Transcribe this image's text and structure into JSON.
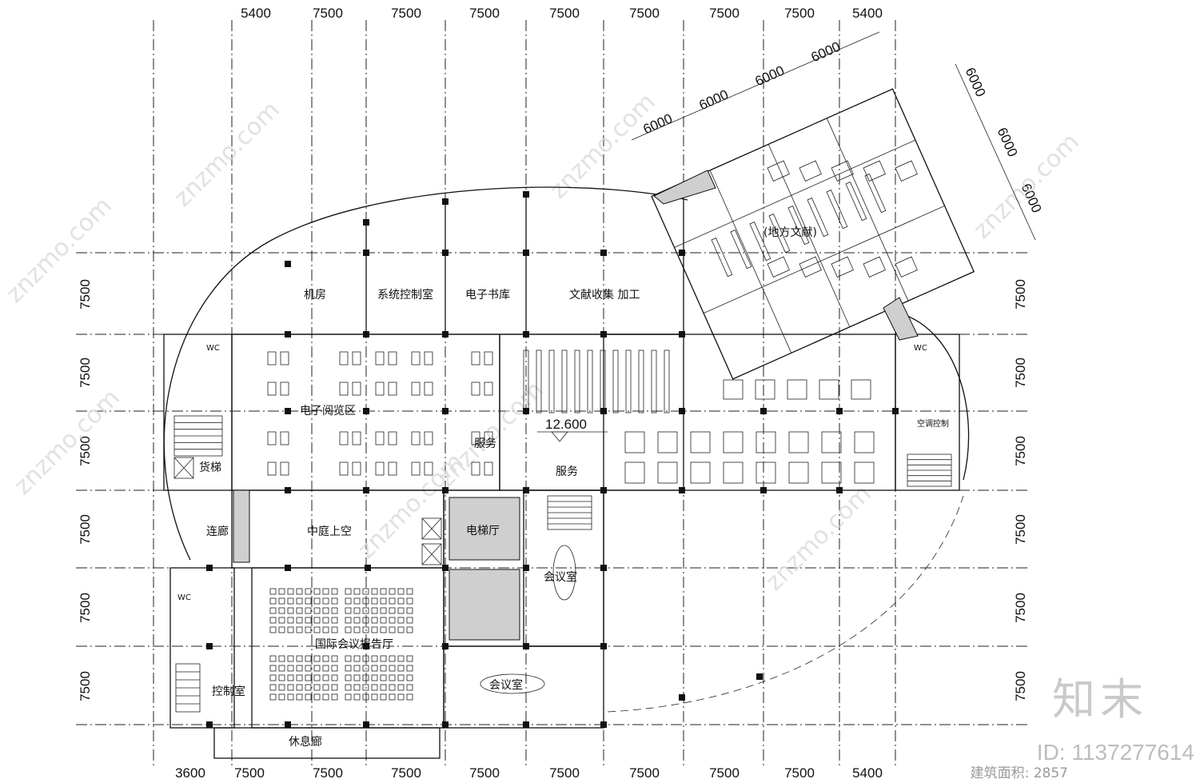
{
  "dimensions": {
    "top": [
      "5400",
      "7500",
      "7500",
      "7500",
      "7500",
      "7500",
      "7500",
      "7500",
      "5400"
    ],
    "bottom": [
      "3600",
      "7500",
      "7500",
      "7500",
      "7500",
      "7500",
      "7500",
      "7500",
      "7500",
      "5400"
    ],
    "left": [
      "7500",
      "7500",
      "7500",
      "7500",
      "7500",
      "7500"
    ],
    "right": [
      "7500",
      "7500",
      "7500",
      "7500",
      "7500",
      "7500"
    ],
    "rotated_top": [
      "6000",
      "6000",
      "6000",
      "6000",
      "6000"
    ],
    "rotated_right": [
      "6000",
      "6000",
      "6000"
    ]
  },
  "rooms": {
    "machine_room": "机房",
    "system_control": "系统控制室",
    "ebook_store": "电子书库",
    "doc_processing": "文献收集 加工",
    "local_documents": "(地方文献)",
    "e_reading": "电子阅览区",
    "service_1": "服务",
    "service_2": "服务",
    "freight_elevator": "货梯",
    "corridor": "连廊",
    "atrium": "中庭上空",
    "elevator_hall": "电梯厅",
    "meeting_room_1": "会议室",
    "meeting_room_2": "会议室",
    "conference_hall": "国际会议报告厅",
    "control_room": "控制室",
    "lounge": "休息廊",
    "ac_control": "空调控制",
    "wc": "WC"
  },
  "level_mark": "12.600",
  "watermark": {
    "text": "znzmo.com",
    "brand": "知末",
    "id": "ID: 1137277614",
    "area": "建筑面积: 2857"
  }
}
